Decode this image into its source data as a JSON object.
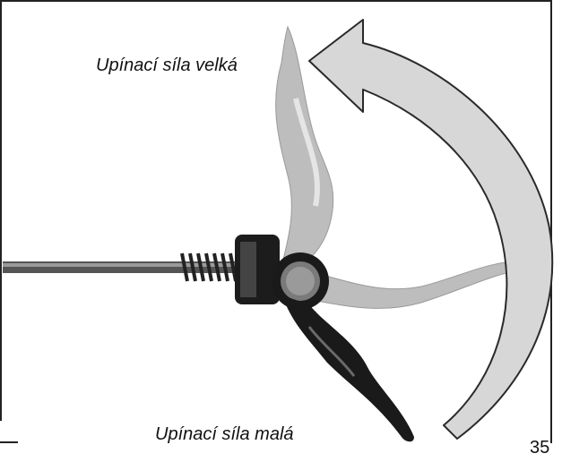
{
  "labels": {
    "top": "Upínací síla velká",
    "bottom": "Upínací síla malá"
  },
  "page_number": "35",
  "colors": {
    "arrow_fill": "#d7d7d7",
    "arrow_stroke": "#2a2a2a",
    "lever_open": "#bdbdbd",
    "lever_closed": "#1a1a1a"
  },
  "icons": {
    "arrow": "curved-arrow-icon"
  }
}
